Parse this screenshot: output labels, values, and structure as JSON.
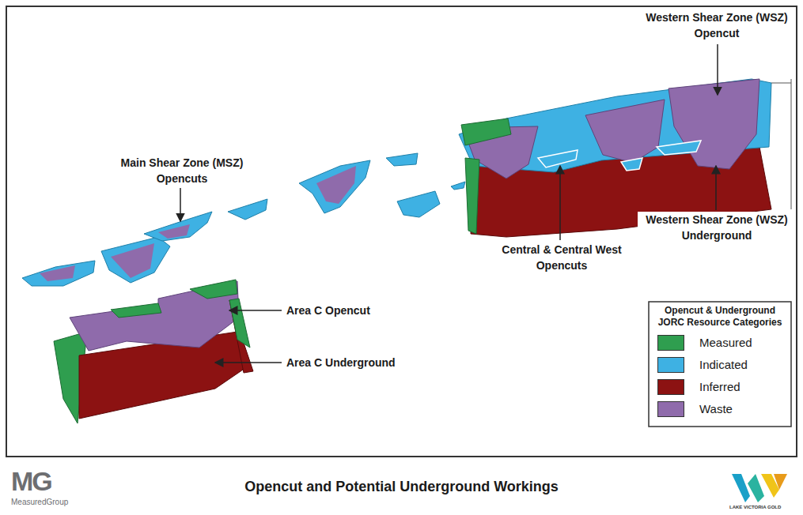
{
  "diagram": {
    "title": "Opencut and Potential Underground Workings",
    "labels": [
      "Western Shear Zone (WSZ) Opencut",
      "Main Shear Zone (MSZ) Opencuts",
      "Western Shear Zone (WSZ) Underground",
      "Central & Central West Opencuts",
      "Area C Opencut",
      "Area C Underground",
      "Opencut & Underground JORC Resource Categories",
      "MG",
      "MeasuredGroup",
      "LAKE VICTORIA GOLD"
    ],
    "legend": [
      {
        "text": "Measured",
        "color": "#2f9e4f"
      },
      {
        "text": "Indicated",
        "color": "#3eb1e3"
      },
      {
        "text": "Inferred",
        "color": "#8c1212"
      },
      {
        "text": "Waste",
        "color": "#8f6bab"
      }
    ]
  }
}
